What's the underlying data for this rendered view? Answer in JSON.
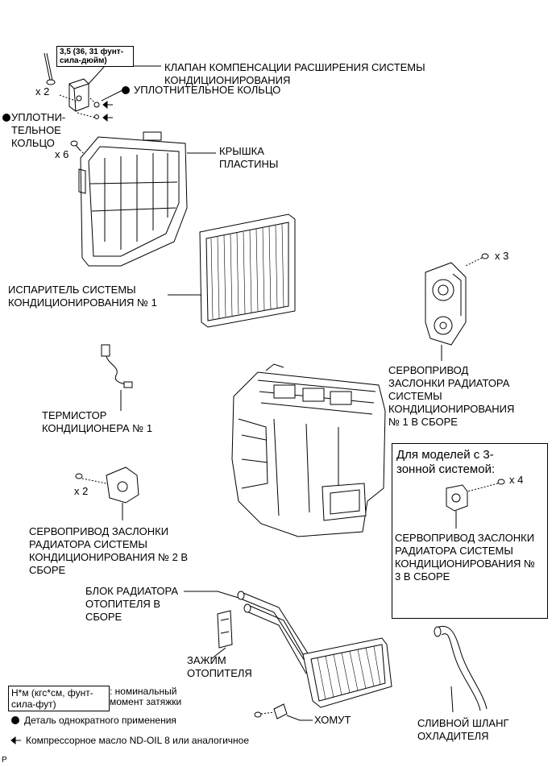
{
  "labels": {
    "torque_spec": "3,5 (36, 31 фунт-\nсила-дюйм)",
    "qty_bolt_valve": "x 2",
    "expansion_valve": "КЛАПАН КОМПЕНСАЦИИ РАСШИРЕНИЯ СИСТЕМЫ\nКОНДИЦИОНИРОВАНИЯ",
    "o_ring_right": "УПЛОТНИТЕЛЬНОЕ КОЛЬЦО",
    "o_ring_left": "УПЛОТНИ-\nТЕЛЬНОЕ\nКОЛЬЦО",
    "qty_screw_cover": "x 6",
    "plate_cover": "КРЫШКА\nПЛАСТИНЫ",
    "evaporator": "ИСПАРИТЕЛЬ СИСТЕМЫ\nКОНДИЦИОНИРОВАНИЯ № 1",
    "qty_servo1": "x 3",
    "servo1": "СЕРВОПРИВОД\nЗАСЛОНКИ РАДИАТОРА\nСИСТЕМЫ\nКОНДИЦИОНИРОВАНИЯ\n№ 1 В СБОРЕ",
    "thermistor": "ТЕРМИСТОР\nКОНДИЦИОНЕРА № 1",
    "zone_title": "Для моделей с 3-\nзонной системой:",
    "qty_servo3": "x 4",
    "servo3": "СЕРВОПРИВОД ЗАСЛОНКИ\nРАДИАТОРА СИСТЕМЫ\nКОНДИЦИОНИРОВАНИЯ №\n3 В СБОРЕ",
    "qty_servo2": "x 2",
    "servo2": "СЕРВОПРИВОД ЗАСЛОНКИ\nРАДИАТОРА СИСТЕМЫ\nКОНДИЦИОНИРОВАНИЯ № 2 В\nСБОРЕ",
    "heater_core": "БЛОК РАДИАТОРА\nОТОПИТЕЛЯ В\nСБОРЕ",
    "heater_clamp": "ЗАЖИМ\nОТОПИТЕЛЯ",
    "band_clamp": "ХОМУТ",
    "drain_hose": "СЛИВНОЙ ШЛАНГ\nОХЛАДИТЕЛЯ"
  },
  "legend": {
    "unit_box": "Н*м (кгс*см, фунт-\nсила-фут)",
    "unit_desc": ": номинальный\nмомент затяжки",
    "one_time": "Деталь однократного применения",
    "oil": "Компрессорное масло ND-OIL 8 или аналогичное"
  },
  "corner_mark": "P"
}
